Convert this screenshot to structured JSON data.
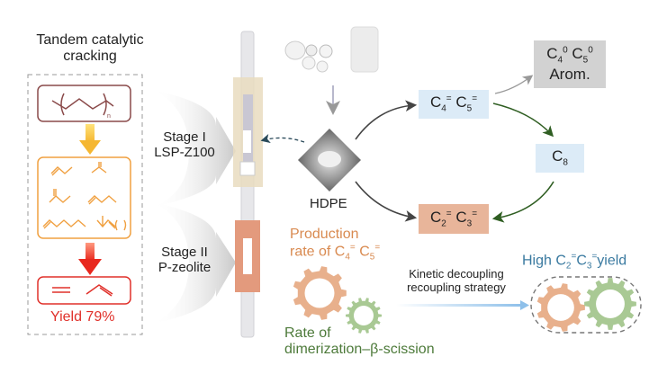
{
  "left_panel": {
    "title_line1": "Tandem catalytic",
    "title_line2": "cracking",
    "polymer_subscript": "n",
    "oligomer_subscript": "n",
    "yield_label": "Yield 79%"
  },
  "reactor": {
    "stage1_line1": "Stage I",
    "stage1_line2": "LSP-Z100",
    "stage2_line1": "Stage II",
    "stage2_line2": "P-zeolite"
  },
  "network": {
    "feed_label": "HDPE",
    "c4c5_olefins": {
      "a": "C",
      "a_sub": "4",
      "a_sup": "=",
      "b": "C",
      "b_sub": "5",
      "b_sup": "="
    },
    "byproducts": {
      "a": "C",
      "a_sub": "4",
      "a_sup": "0",
      "b": "C",
      "b_sub": "5",
      "b_sup": "0",
      "line2": "Arom."
    },
    "c8": {
      "a": "C",
      "a_sub": "8"
    },
    "c2c3_olefins": {
      "a": "C",
      "a_sub": "2",
      "a_sup": "=",
      "b": "C",
      "b_sub": "3",
      "b_sup": "="
    }
  },
  "strategy": {
    "production_line1": "Production",
    "production_line2": "rate of C",
    "production_sub1": "4",
    "production_sup1": "=",
    "production_c5": " C",
    "production_sub2": "5",
    "production_sup2": "=",
    "rate_line1": "Rate of",
    "rate_line2": "dimerization–β-scission",
    "arrow_line1": "Kinetic decoupling",
    "arrow_line2": "recoupling strategy",
    "result_prefix": "High C",
    "result_sub1": "2",
    "result_sup1": "=",
    "result_c3": "C",
    "result_sub2": "3",
    "result_sup2": "=",
    "result_suffix": "yield"
  },
  "colors": {
    "polymer": "#8a4a4a",
    "intermediates": "#f0a040",
    "light_olefins": "#e0302a",
    "c4c5_box": "#dcebf7",
    "byproduct_box": "#d2d2d2",
    "c2c3_box": "#e8b59a",
    "stage1_sleeve": "#e9dcc0",
    "stage2_sleeve": "#e39a7d",
    "gear_orange": "#e8b08c",
    "gear_green": "#a9c994",
    "text_orange": "#d98a50",
    "text_green": "#4d7a3a",
    "text_blue": "#3a7aa0"
  }
}
